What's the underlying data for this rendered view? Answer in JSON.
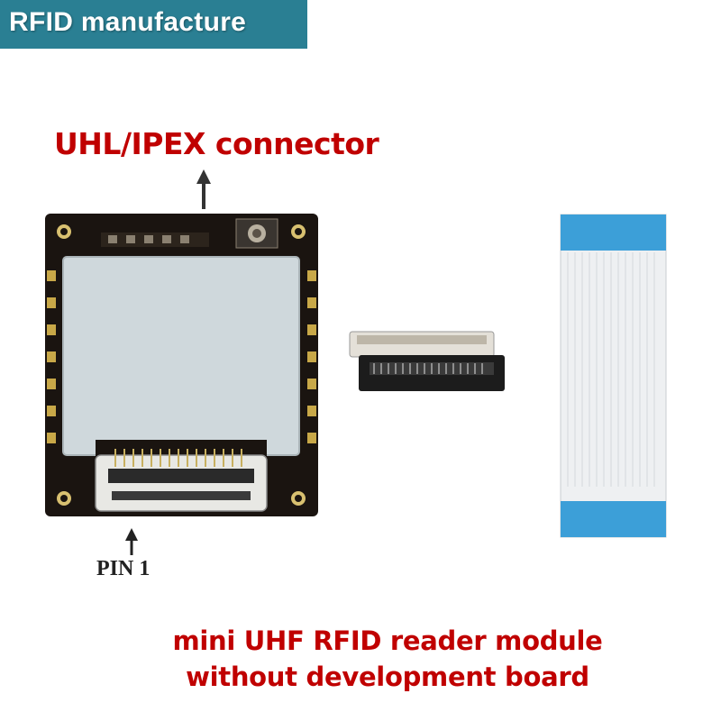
{
  "banner": {
    "text": "RFID manufacture",
    "color": "#2a7f93"
  },
  "labels": {
    "connector": "UHL/IPEX connector",
    "pin": "PIN 1",
    "caption_line1": "mini UHF RFID reader module",
    "caption_line2": "without development board"
  },
  "colors": {
    "label_red": "#c00000",
    "pcb": "#1a1410",
    "shield": "#cfd8dc",
    "cable_blue": "#3c9fd8"
  }
}
